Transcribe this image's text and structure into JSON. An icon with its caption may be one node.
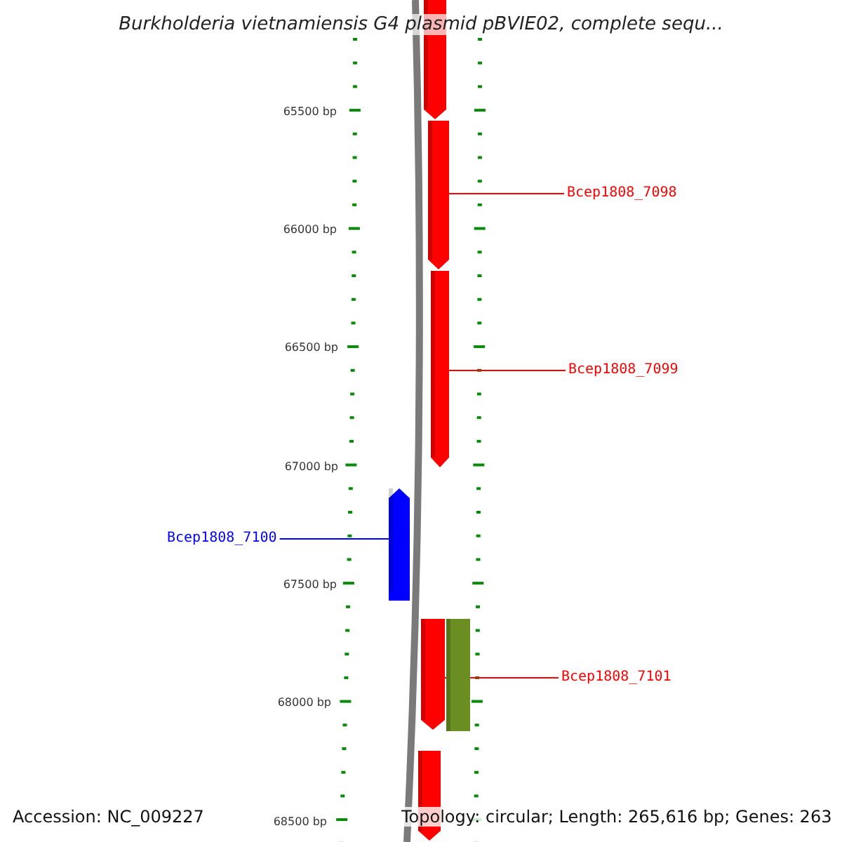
{
  "diagram": {
    "title": "Burkholderia vietnamiensis G4 plasmid pBVIE02, complete sequ...",
    "nodes": [
      {
        "text": [],
        "shape": "arrow"
      },
      {
        "text": [],
        "shape": "arrow"
      },
      {
        "text": [
          "Bcep1808_7098"
        ]
      },
      {
        "text": [],
        "shape": "arrow"
      },
      {
        "text": [
          "Bcep1808_7099"
        ]
      },
      {
        "text": [],
        "shape": "arrow"
      },
      {
        "text": [
          "Bcep1808_7100"
        ]
      },
      {
        "text": [],
        "shape": "arrow"
      },
      {
        "text": [],
        "shape": "bar"
      },
      {
        "text": [
          "Bcep1808_7101"
        ]
      },
      {
        "text": [],
        "shape": "arrow"
      }
    ],
    "edges": [
      {
        "from": 2,
        "to": 1,
        "arrow": "none"
      },
      {
        "from": 4,
        "to": 3,
        "arrow": "none"
      },
      {
        "from": 6,
        "to": 5,
        "arrow": "none",
        "color": "#0000ff"
      },
      {
        "from": 9,
        "to": 7,
        "arrow": "none"
      }
    ],
    "labels": [
      "65500 bp",
      "66000 bp",
      "66500 bp",
      "67000 bp",
      "67500 bp",
      "68000 bp",
      "68500 bp",
      "Accession: NC_009227",
      "Topology: circular; Length: 265,616 bp; Genes: 263"
    ]
  }
}
